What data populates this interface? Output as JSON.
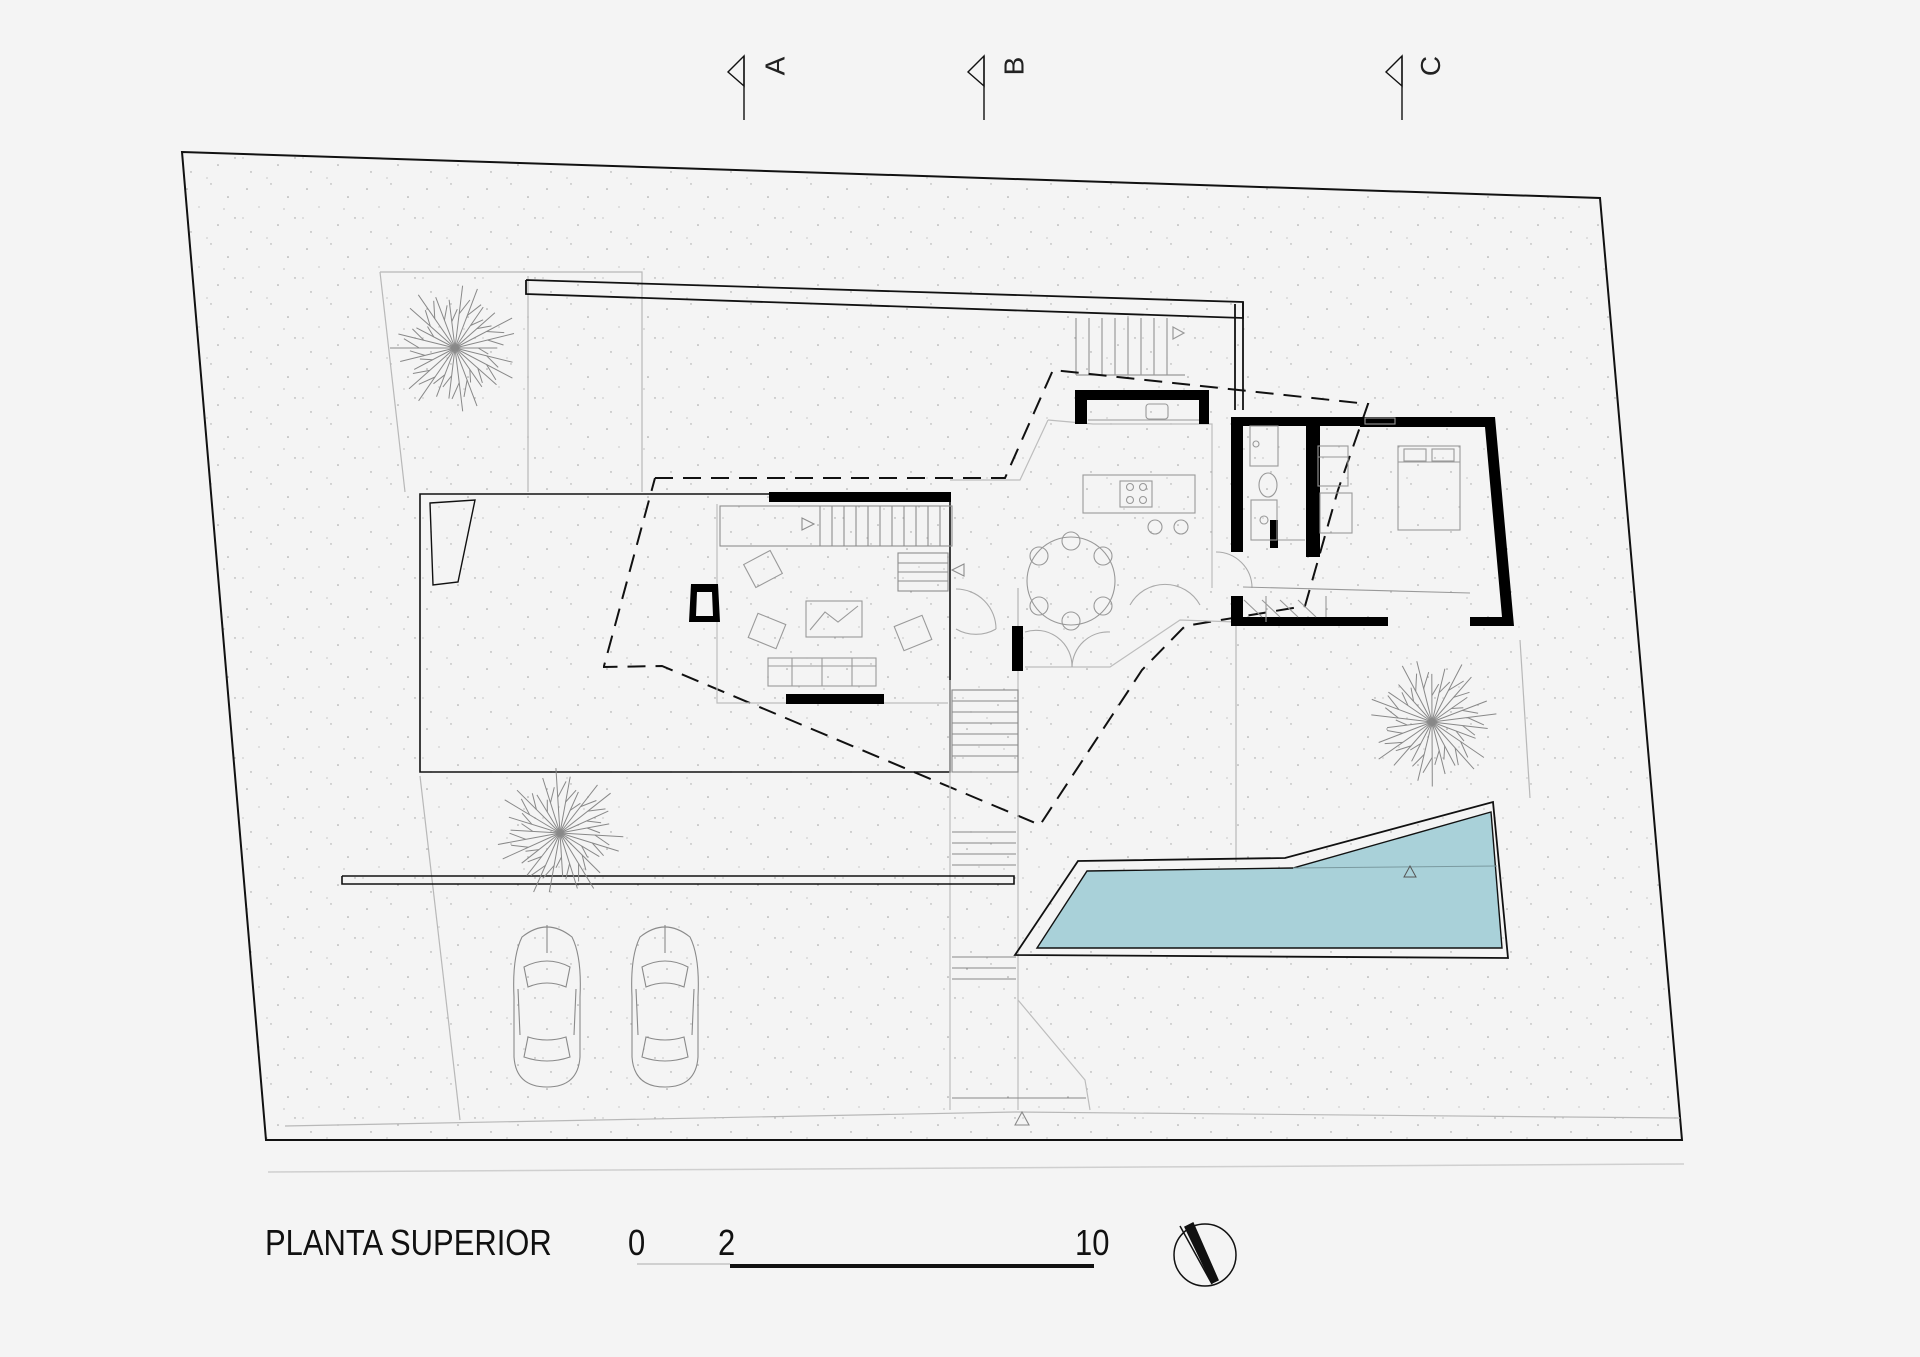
{
  "drawing": {
    "title": "PLANTA SUPERIOR",
    "sections": [
      "A",
      "B",
      "C"
    ],
    "scale_bar": {
      "labels": [
        "0",
        "2",
        "10"
      ]
    }
  },
  "colors": {
    "background": "#f4f4f4",
    "line": "#111111",
    "thin_line": "#9a9a9a",
    "wall": "#000000",
    "pool": "#a9d1d9"
  }
}
